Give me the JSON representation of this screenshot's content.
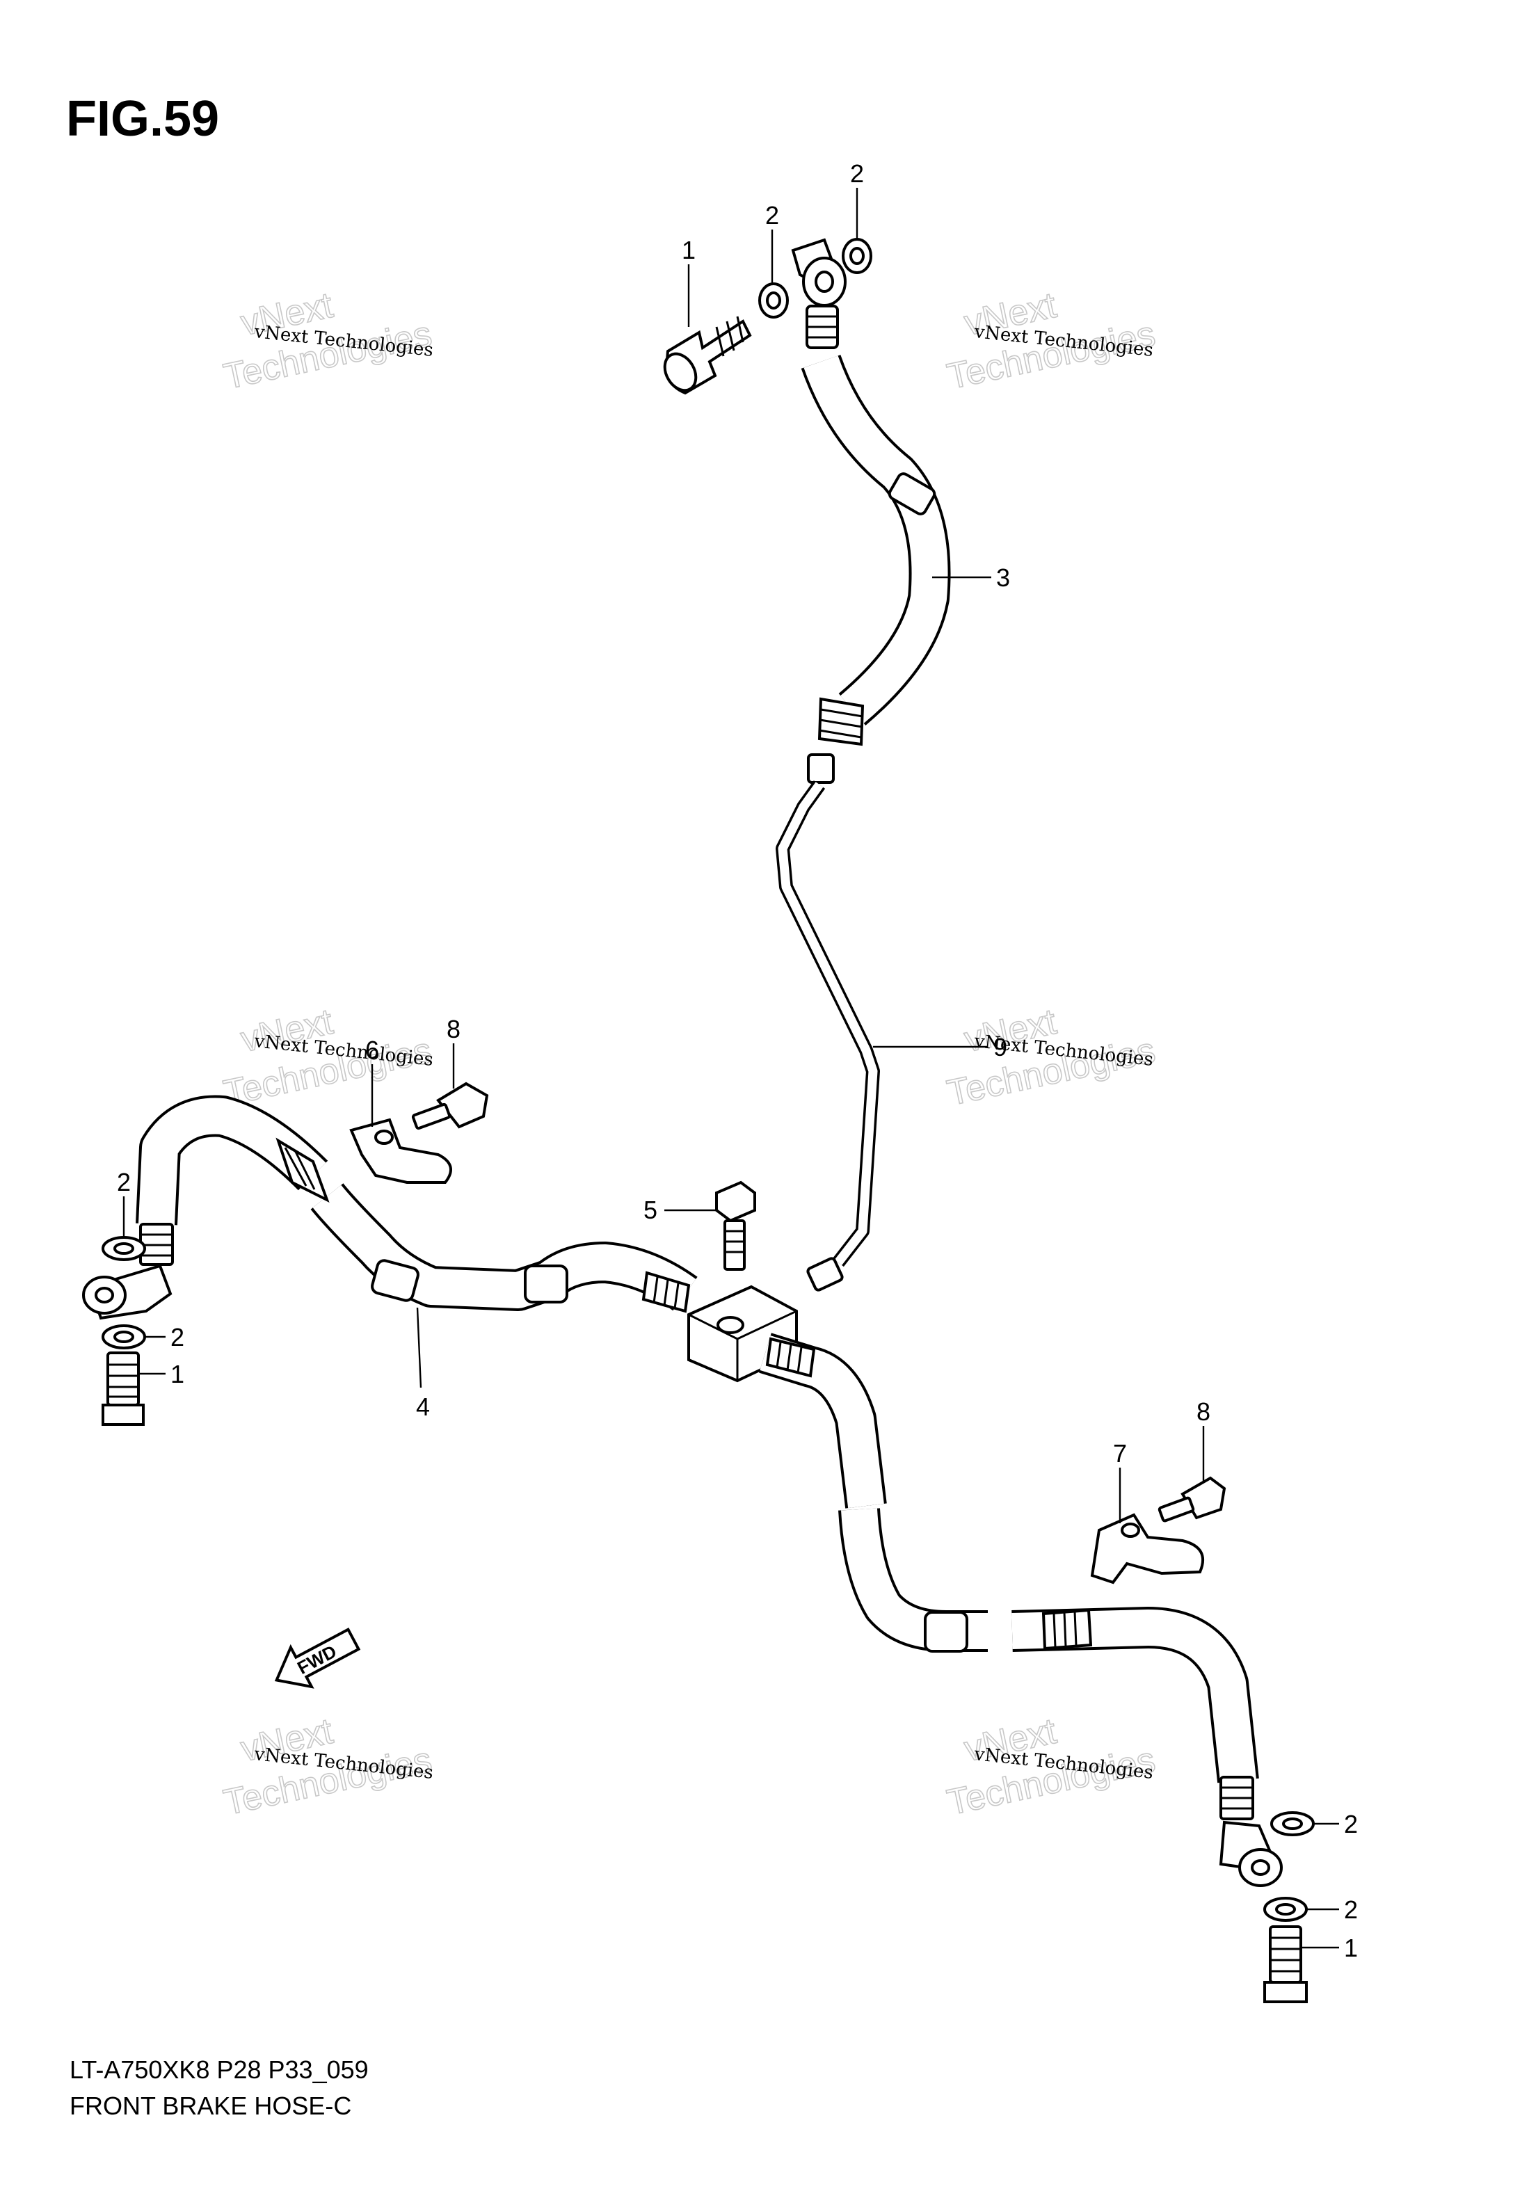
{
  "figure": {
    "title": "FIG.59",
    "model_line": "LT-A750XK8 P28 P33_059",
    "part_name": "FRONT BRAKE  HOSE-C",
    "fwd_label": "FWD"
  },
  "callouts": {
    "c1_top": "1",
    "c2_top_a": "2",
    "c2_top_b": "2",
    "c3": "3",
    "c9": "9",
    "c6": "6",
    "c8_left": "8",
    "c2_left_a": "2",
    "c2_left_b": "2",
    "c1_left": "1",
    "c4": "4",
    "c5": "5",
    "c7": "7",
    "c8_right": "8",
    "c2_right_a": "2",
    "c2_right_b": "2",
    "c1_right": "1"
  },
  "watermark": {
    "line1": "vNext Technologies",
    "line2": "vNext",
    "line3": "Technologies"
  },
  "colors": {
    "ink": "#000000",
    "watermark_outline": "#c8c8c8",
    "background": "#ffffff"
  }
}
